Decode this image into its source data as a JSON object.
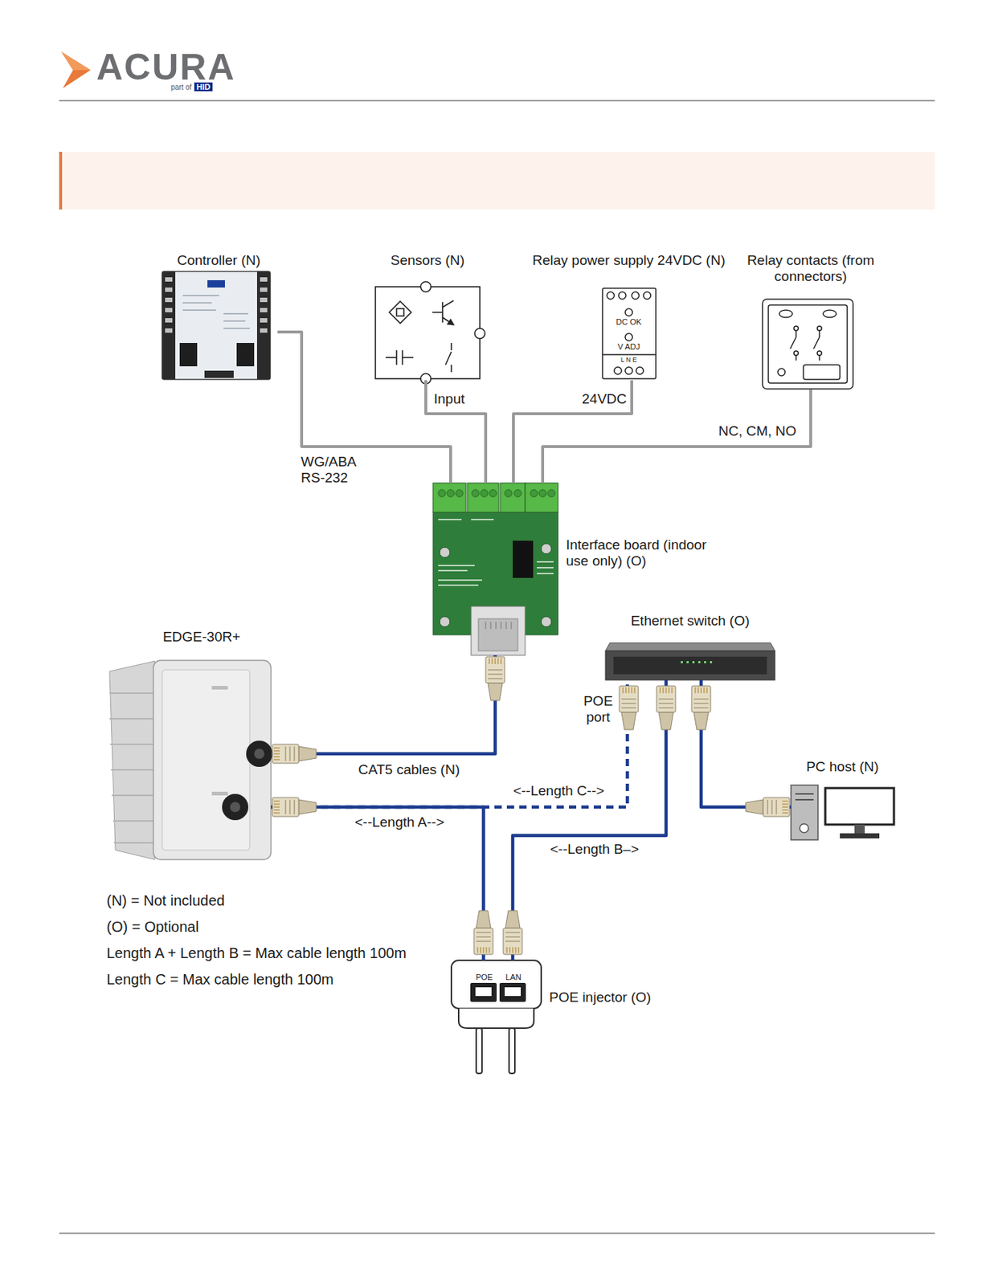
{
  "diagram": {
    "nodes": [
      {
        "text": [
          "Controller (N)"
        ]
      },
      {
        "text": [
          "Sensors (N)"
        ]
      },
      {
        "text": [
          "Relay power supply 24VDC (N)"
        ]
      },
      {
        "text": [
          "Relay contacts (from connectors)"
        ]
      },
      {
        "text": [
          "Interface board (indoor use only) (O)"
        ]
      },
      {
        "text": [
          "EDGE-30R+"
        ]
      },
      {
        "text": [
          "Ethernet switch (O)"
        ]
      },
      {
        "text": [
          "PC host (N)"
        ]
      },
      {
        "text": [
          "POE injector (O)",
          "POE",
          "LAN"
        ]
      }
    ],
    "edges": [
      {
        "from": 0,
        "to": 4,
        "label": "WG/ABA RS-232",
        "arrow": "none"
      },
      {
        "from": 1,
        "to": 4,
        "label": "Input",
        "arrow": "none"
      },
      {
        "from": 2,
        "to": 4,
        "label": "24VDC",
        "arrow": "none"
      },
      {
        "from": 3,
        "to": 4,
        "label": "NC, CM, NO",
        "arrow": "none"
      },
      {
        "from": 5,
        "to": 4,
        "label": "CAT5 cables (N)",
        "arrow": "none"
      },
      {
        "from": 5,
        "to": 8,
        "label": "<--Length A-->",
        "arrow": "none"
      },
      {
        "from": 8,
        "to": 6,
        "label": "<--Length B–>",
        "arrow": "none"
      },
      {
        "from": 5,
        "to": 6,
        "label": "<--Length C-->",
        "arrow": "none"
      },
      {
        "from": 6,
        "to": 7,
        "arrow": "none"
      }
    ],
    "labels": [
      "ACURA",
      "part of",
      "HID",
      "DC OK",
      "V ADJ",
      "L N E",
      "POE port",
      "(N) = Not included",
      "(O) = Optional",
      "Length A + Length B = Max cable length 100m",
      "Length C = Max cable length 100m"
    ]
  }
}
